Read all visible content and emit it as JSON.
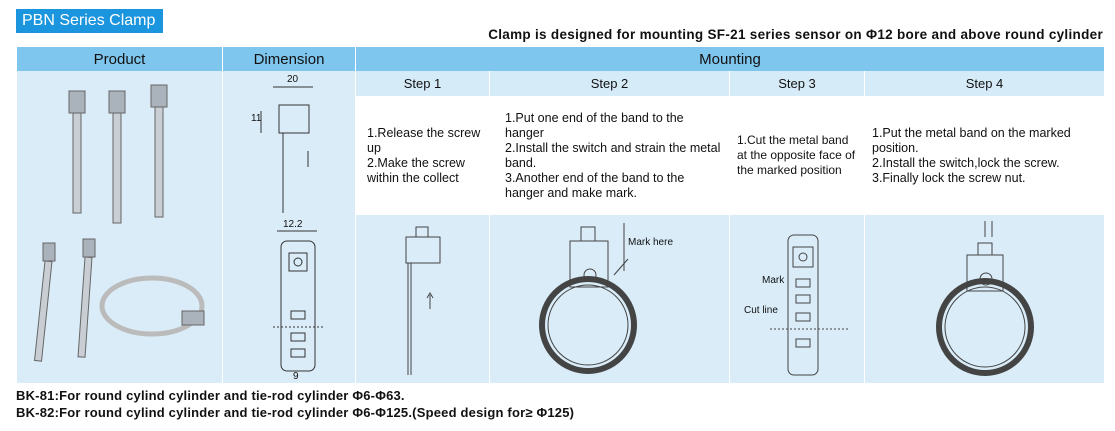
{
  "title": "PBN Series Clamp",
  "subtitle": "Clamp is designed for mounting SF-21 series sensor on Φ12 bore and above round cylinder",
  "headers": {
    "product": "Product",
    "dimension": "Dimension",
    "mounting": "Mounting"
  },
  "steps": [
    {
      "label": "Step 1",
      "text": "1.Release the screw up\n2.Make the screw within the collect"
    },
    {
      "label": "Step 2",
      "text": "1.Put one end of the band to the hanger\n2.Install the switch and strain the metal band.\n3.Another end of the band to the hanger and make mark.",
      "annotation": "Mark here"
    },
    {
      "label": "Step 3",
      "text": "1.Cut the metal band at the opposite face of the marked position",
      "annotations": [
        "Mark",
        "Cut line"
      ]
    },
    {
      "label": "Step 4",
      "text": "1.Put the metal band on the marked position.\n2.Install the switch,lock the screw.\n3.Finally lock the screw nut."
    }
  ],
  "dimensions": {
    "top_width": "20",
    "height": "11",
    "band_width": "12.2",
    "bottom_width": "9"
  },
  "footer": [
    "BK-81:For round cylind cylinder and tie-rod cylinder Φ6-Φ63.",
    "BK-82:For round cylind cylinder and tie-rod cylinder Φ6-Φ125.(Speed design for≥ Φ125)"
  ]
}
